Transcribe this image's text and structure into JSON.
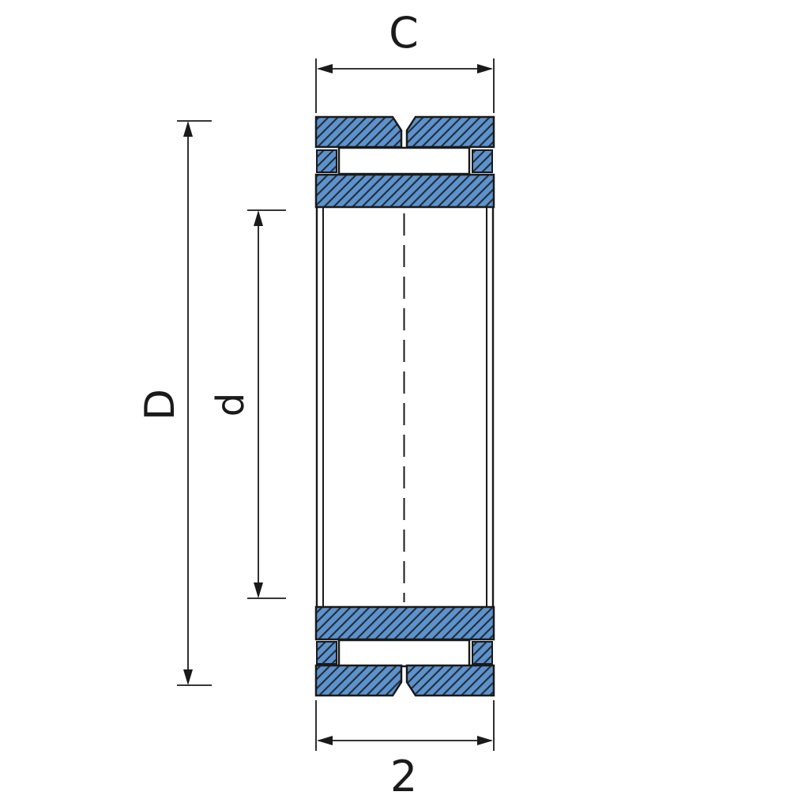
{
  "drawing": {
    "dimensions": {
      "width_top_label": "C",
      "width_bottom_label": "2",
      "outer_diameter_label": "D",
      "inner_diameter_label": "d"
    },
    "colors": {
      "hatch_fill": "#5d92cc",
      "hatch_line": "#22303c",
      "outline": "#1a1a1a",
      "background": "#ffffff"
    }
  }
}
